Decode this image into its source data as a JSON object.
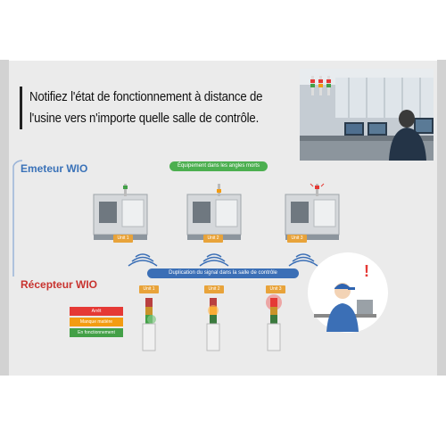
{
  "headline": {
    "line1": "Notifiez l'état de fonctionnement à distance de",
    "line2": "l'usine vers n'importe quelle salle de contrôle."
  },
  "emitter": {
    "title": "Emeteur WIO",
    "badge": "Équipement dans les angles morts",
    "units": [
      "Unit 1",
      "Unit 2",
      "Unit 3"
    ]
  },
  "receiver": {
    "title": "Récepteur WIO",
    "badge": "Duplication du signal dans la salle de contrôle",
    "units": [
      "Unit 1",
      "Unit 2",
      "Unit 3"
    ]
  },
  "legend": {
    "stop": "Arrêt",
    "no_material": "Manque matière",
    "running": "En fonctionnement"
  },
  "colors": {
    "emitter_title": "#3a72b8",
    "receiver_title": "#c8332f",
    "badge_green": "#4caf50",
    "badge_blue": "#3b6fb6",
    "unit_orange": "#e8a33a",
    "red": "#e53935",
    "orange": "#f39c12",
    "green": "#43a047"
  },
  "icons": {
    "alert": "exclamation-icon",
    "wireless": "wifi-signal-icon"
  }
}
